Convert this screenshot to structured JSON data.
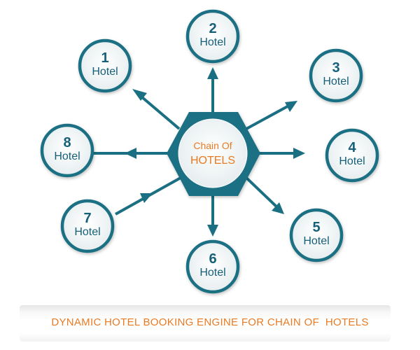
{
  "center": {
    "line1": "Chain Of",
    "line2": "HOTELS"
  },
  "hotels": [
    {
      "number": "1",
      "label": "Hotel"
    },
    {
      "number": "2",
      "label": "Hotel"
    },
    {
      "number": "3",
      "label": "Hotel"
    },
    {
      "number": "4",
      "label": "Hotel"
    },
    {
      "number": "5",
      "label": "Hotel"
    },
    {
      "number": "6",
      "label": "Hotel"
    },
    {
      "number": "7",
      "label": "Hotel"
    },
    {
      "number": "8",
      "label": "Hotel"
    }
  ],
  "caption": "DYNAMIC HOTEL BOOKING ENGINE FOR CHAIN OF  HOTELS",
  "colors": {
    "teal": "#1b6f83",
    "node_fill": "#f2f6f7",
    "orange": "#ea7a22",
    "label_text": "#16607a"
  }
}
